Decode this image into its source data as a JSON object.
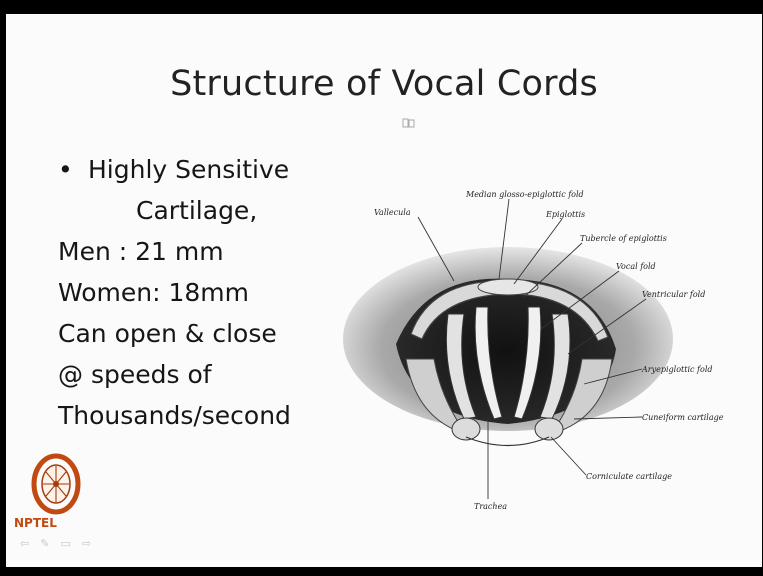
{
  "slide": {
    "title": "Structure of Vocal Cords",
    "lines": [
      "Highly Sensitive",
      "Cartilage,",
      "Men : 21 mm",
      "Women: 18mm",
      "Can open & close",
      "@ speeds of",
      "Thousands/second"
    ]
  },
  "figure_labels": {
    "median": "Median glosso-epiglottic fold",
    "vallecula": "Vallecula",
    "epiglottis": "Epiglottis",
    "tubercle": "Tubercle of epiglottis",
    "vocal": "Vocal fold",
    "ventricular": "Ventricular fold",
    "aryepiglottic": "Aryepiglottic fold",
    "cuneiform": "Cuneiform cartilage",
    "corniculate": "Corniculate cartilage",
    "trachea": "Trachea"
  },
  "logo": {
    "text": "NPTEL"
  },
  "colors": {
    "logo_accent": "#c14a12",
    "background": "#fbfbfb"
  }
}
